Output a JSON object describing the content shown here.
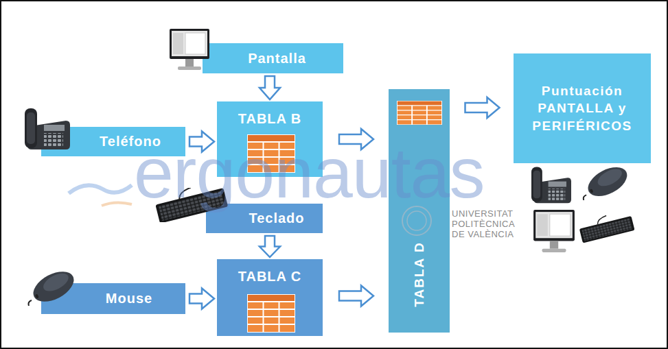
{
  "diagram": {
    "nodes": [
      {
        "text": [
          "Pantalla"
        ]
      },
      {
        "text": [
          "Puntuación PANTALLA y PERIFÉRICOS"
        ]
      },
      {
        "text": [
          "TABLA B"
        ]
      },
      {
        "text": [
          "Teléfono"
        ]
      },
      {
        "text": [
          "TABLA D"
        ]
      },
      {
        "text": [
          "Teclado"
        ]
      },
      {
        "text": [
          "TABLA C"
        ]
      },
      {
        "text": [
          "Mouse"
        ]
      }
    ],
    "edges": [
      {
        "from": 0,
        "to": 2,
        "arrow": "to"
      },
      {
        "from": 3,
        "to": 2,
        "arrow": "to"
      },
      {
        "from": 2,
        "to": 4,
        "arrow": "to"
      },
      {
        "from": 5,
        "to": 6,
        "arrow": "to"
      },
      {
        "from": 7,
        "to": 6,
        "arrow": "to"
      },
      {
        "from": 6,
        "to": 4,
        "arrow": "to"
      },
      {
        "from": 4,
        "to": 1,
        "arrow": "to"
      }
    ],
    "labels": [
      "ergonautas",
      "UNIVERSITAT POLITÈCNICA DE VALÈNCIA"
    ]
  }
}
